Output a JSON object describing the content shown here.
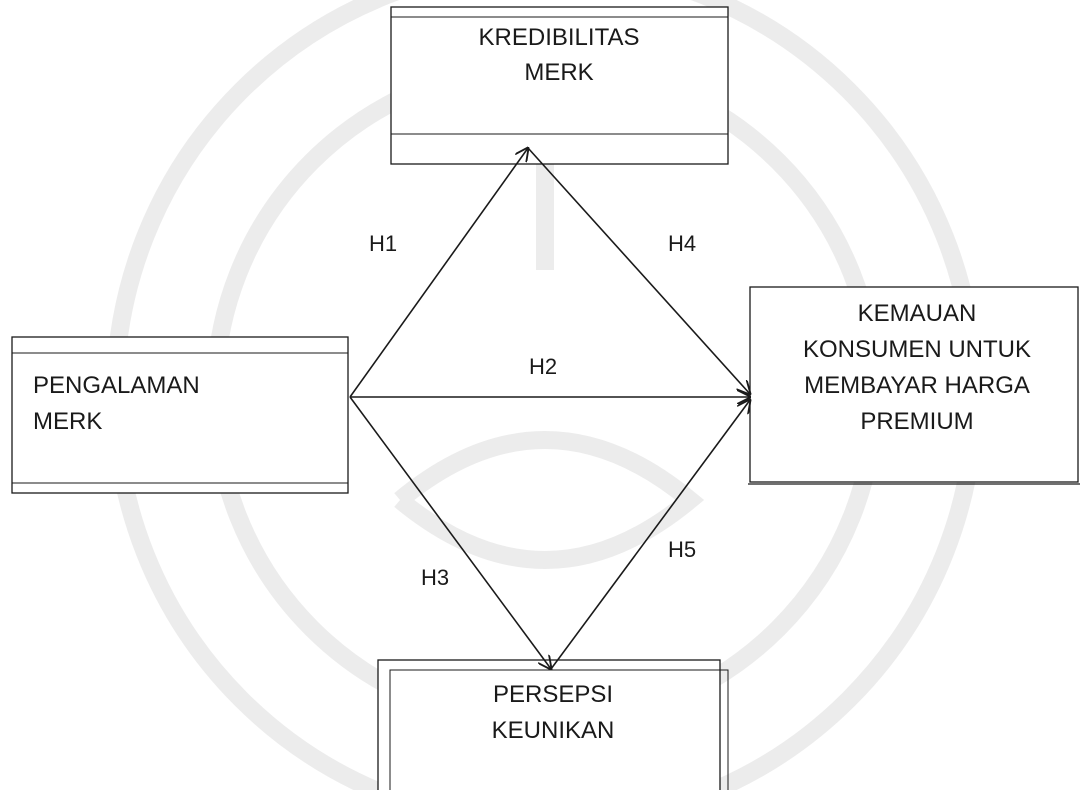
{
  "boxes": {
    "kredibilitas": {
      "line1": "KREDIBILITAS",
      "line2": "MERK"
    },
    "pengalaman": {
      "line1": "PENGALAMAN",
      "line2": "MERK"
    },
    "kemauan": {
      "line1": "KEMAUAN",
      "line2": "KONSUMEN UNTUK",
      "line3": "MEMBAYAR HARGA",
      "line4": "PREMIUM"
    },
    "persepsi": {
      "line1": "PERSEPSI",
      "line2": "KEUNIKAN"
    }
  },
  "hypotheses": {
    "h1": "H1",
    "h2": "H2",
    "h3": "H3",
    "h4": "H4",
    "h5": "H5"
  },
  "colors": {
    "line": "#1a1a1a",
    "background": "#ffffff",
    "watermark": "#c9c9c9"
  }
}
